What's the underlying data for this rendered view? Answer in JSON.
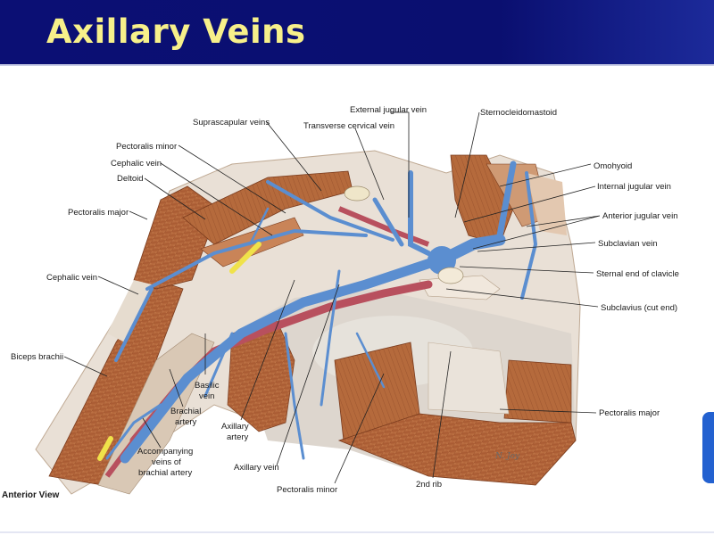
{
  "slide": {
    "title": "Axillary Veins",
    "accent": "#f7f08a",
    "header_color": "#0b0f74"
  },
  "figure": {
    "view_label": "Anterior View",
    "signature": "N. Joy",
    "labels": {
      "external_jugular_vein": "External jugular vein",
      "suprascapular_veins": "Suprascapular veins",
      "transverse_cervical_vein": "Transverse cervical vein",
      "sternocleidomastoid": "Sternocleidomastoid",
      "pectoralis_minor_top": "Pectoralis minor",
      "cephalic_vein_top": "Cephalic vein",
      "deltoid": "Deltoid",
      "pectoralis_major_left": "Pectoralis major",
      "cephalic_vein_left": "Cephalic vein",
      "biceps_brachii": "Biceps brachii",
      "basilic_vein_1": "Basilic",
      "basilic_vein_2": "vein",
      "brachial_artery_1": "Brachial",
      "brachial_artery_2": "artery",
      "accompanying_1": "Accompanying",
      "accompanying_2": "veins of",
      "accompanying_3": "brachial artery",
      "axillary_artery_1": "Axillary",
      "axillary_artery_2": "artery",
      "axillary_vein": "Axillary vein",
      "pectoralis_minor_bottom": "Pectoralis minor",
      "second_rib": "2nd rib",
      "omohyoid": "Omohyoid",
      "internal_jugular_vein": "Internal jugular vein",
      "anterior_jugular_vein": "Anterior jugular vein",
      "subclavian_vein": "Subclavian vein",
      "sternal_end_of_clavicle": "Sternal end of clavicle",
      "subclavius": "Subclavius (cut end)",
      "pectoralis_major_right": "Pectoralis major"
    },
    "colors": {
      "vein": "#5b8ed0",
      "artery": "#b8505e",
      "muscle": "#b7683e",
      "tissue": "#e7ddd1"
    }
  }
}
